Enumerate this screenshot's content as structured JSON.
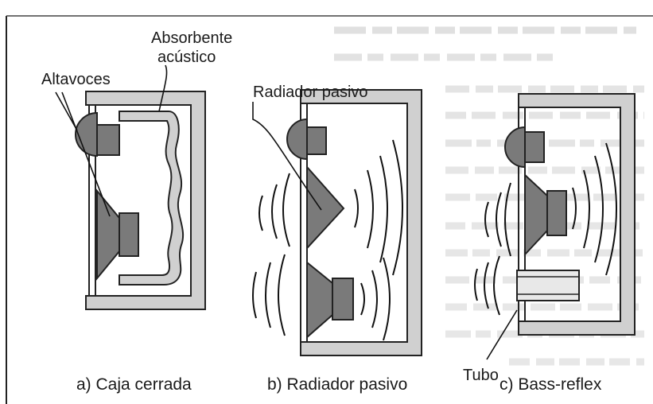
{
  "labels": {
    "altavoces": "Altavoces",
    "absorbente_line1": "Absorbente",
    "absorbente_line2": "acústico",
    "radiador": "Radiador pasivo",
    "tubo": "Tubo"
  },
  "captions": {
    "a": "a) Caja cerrada",
    "b": "b) Radiador pasivo",
    "c": "c) Bass-reflex"
  },
  "colors": {
    "wall_fill": "#d0d0d0",
    "driver_fill": "#7a7a7a",
    "outline": "#222222",
    "show_through_text": "#b9b9b9"
  }
}
